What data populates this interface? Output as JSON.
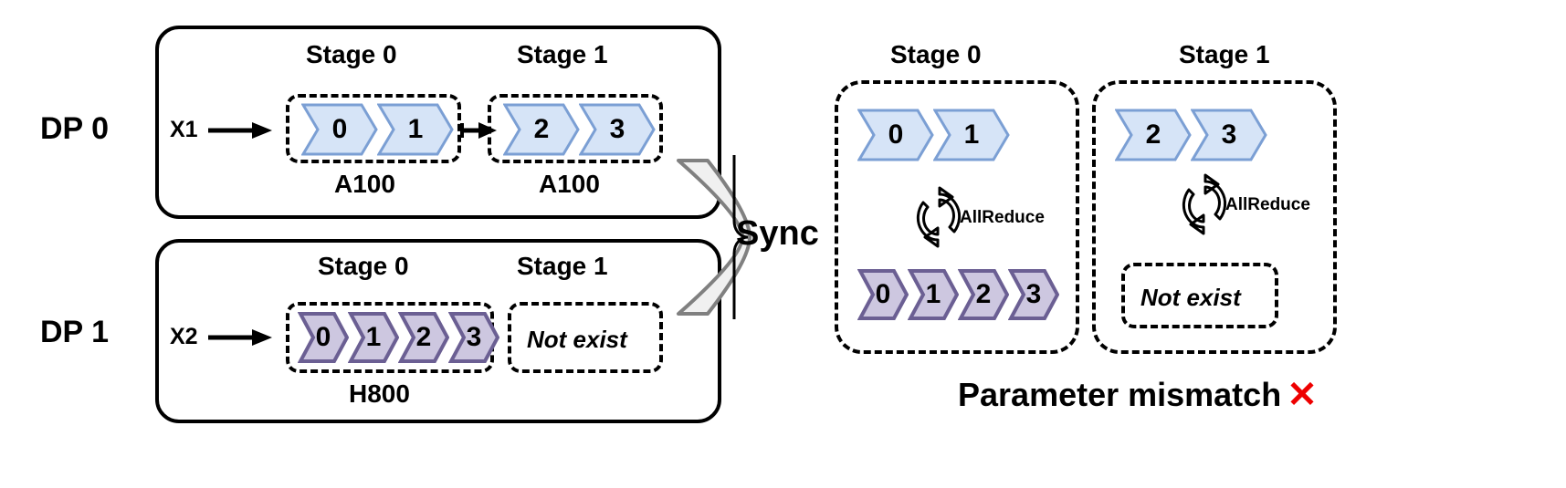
{
  "colors": {
    "chev_blue_fill": "#d6e4f7",
    "chev_blue_stroke": "#7b9fd4",
    "chev_purple_fill": "#cdc7e0",
    "chev_purple_stroke": "#6b5f93",
    "brace_fill": "#f0f0f0",
    "brace_stroke": "#808080",
    "error_red": "#ee0000",
    "outline": "#000000"
  },
  "left_panel": {
    "rows": [
      {
        "dp_label": "DP 0",
        "input_label": "X1",
        "stages": [
          {
            "stage_label": "Stage 0",
            "device_label": "A100",
            "blocks": [
              "0",
              "1"
            ],
            "block_color": "blue",
            "exists": true
          },
          {
            "stage_label": "Stage 1",
            "device_label": "A100",
            "blocks": [
              "2",
              "3"
            ],
            "block_color": "blue",
            "exists": true
          }
        ]
      },
      {
        "dp_label": "DP 1",
        "input_label": "X2",
        "stages": [
          {
            "stage_label": "Stage 0",
            "device_label": "H800",
            "blocks": [
              "0",
              "1",
              "2",
              "3"
            ],
            "block_color": "purple",
            "exists": true
          },
          {
            "stage_label": "Stage 1",
            "device_label": "",
            "blocks": [],
            "block_color": "none",
            "exists": false,
            "empty_label": "Not exist"
          }
        ]
      }
    ]
  },
  "sync": {
    "label": "Sync",
    "icon": "brace-icon"
  },
  "right_panel": {
    "stages": [
      {
        "stage_label": "Stage 0",
        "top_blocks": [
          "0",
          "1"
        ],
        "top_color": "blue",
        "op_label": "AllReduce",
        "op_icon": "allreduce-cycle-icon",
        "bottom_blocks": [
          "0",
          "1",
          "2",
          "3"
        ],
        "bottom_color": "purple",
        "bottom_exists": true,
        "bottom_empty_label": ""
      },
      {
        "stage_label": "Stage 1",
        "top_blocks": [
          "2",
          "3"
        ],
        "top_color": "blue",
        "op_label": "AllReduce",
        "op_icon": "allreduce-cycle-icon",
        "bottom_blocks": [],
        "bottom_color": "none",
        "bottom_exists": false,
        "bottom_empty_label": "Not exist"
      }
    ],
    "verdict": {
      "text": "Parameter mismatch",
      "mark": "✕",
      "mark_icon": "red-cross-icon"
    }
  }
}
